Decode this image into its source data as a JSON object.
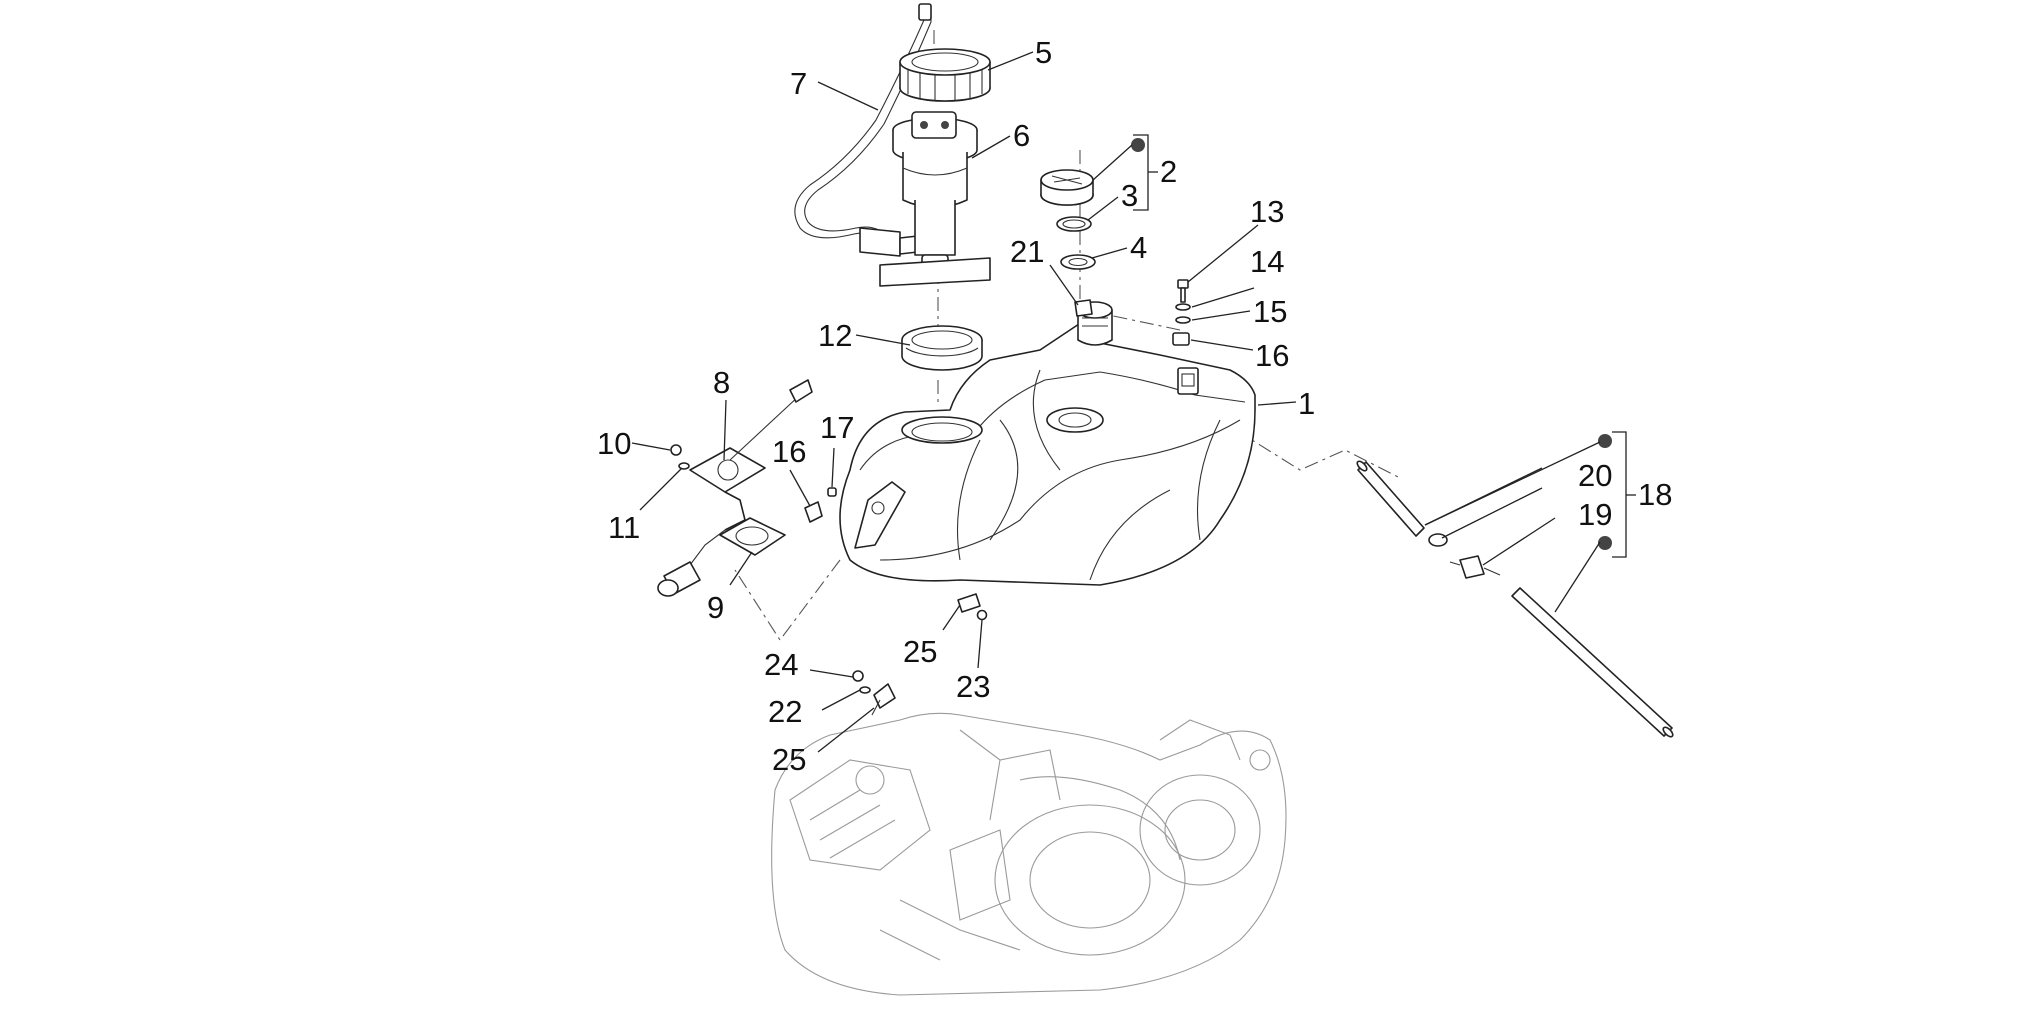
{
  "labels": {
    "l1": "1",
    "l2": "2",
    "l3": "3",
    "l4": "4",
    "l5": "5",
    "l6": "6",
    "l7": "7",
    "l8": "8",
    "l9": "9",
    "l10": "10",
    "l11": "11",
    "l12": "12",
    "l13": "13",
    "l14": "14",
    "l15": "15",
    "l16a": "16",
    "l16b": "16",
    "l17": "17",
    "l18": "18",
    "l19": "19",
    "l20": "20",
    "l21": "21",
    "l22": "22",
    "l23": "23",
    "l24": "24",
    "l25a": "25",
    "l25b": "25"
  }
}
